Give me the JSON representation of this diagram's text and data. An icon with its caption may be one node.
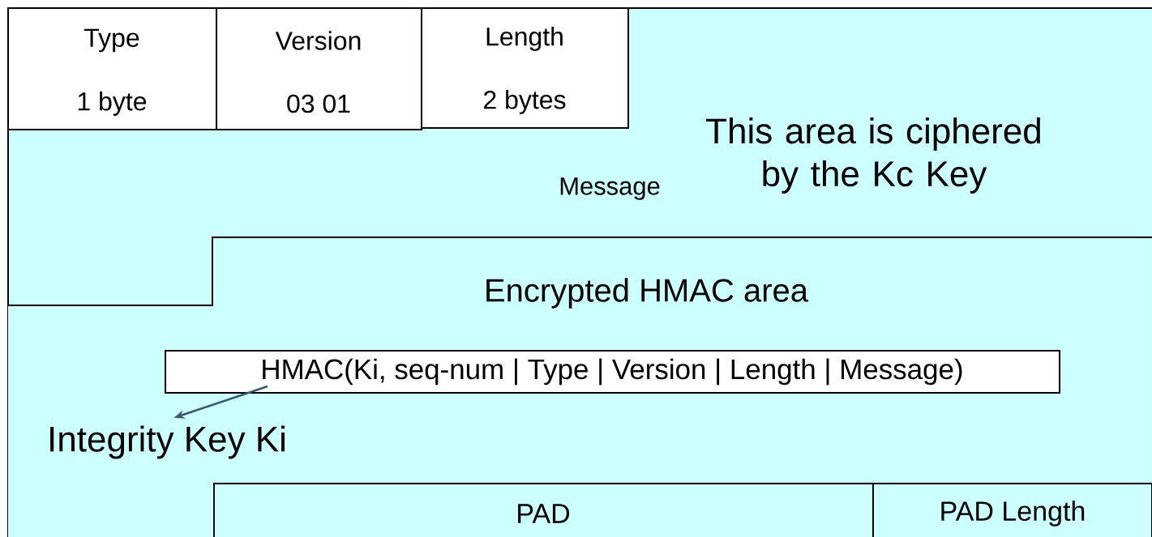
{
  "diagram": {
    "nodes": [
      {
        "text": [
          "This area is ciphered by the Kc Key"
        ]
      },
      {
        "text": [
          "Type",
          "1 byte"
        ],
        "in": 0
      },
      {
        "text": [
          "Version",
          "03 01"
        ],
        "in": 0
      },
      {
        "text": [
          "Length",
          "2 bytes"
        ],
        "in": 0
      },
      {
        "text": [
          "Message"
        ],
        "in": 0
      },
      {
        "text": [
          "Encrypted HMAC area"
        ],
        "in": 0
      },
      {
        "text": [
          "HMAC(Ki, seq-num | Type | Version | Length | Message)"
        ],
        "in": 5
      },
      {
        "text": [
          "Integrity Key Ki"
        ],
        "in": 5
      },
      {
        "text": [
          "PAD"
        ],
        "in": 5
      },
      {
        "text": [
          "PAD Length"
        ],
        "in": 5
      }
    ],
    "edges": [
      {
        "from": 6,
        "to": 7,
        "arrow": "to",
        "color": "#3b5872"
      }
    ]
  }
}
